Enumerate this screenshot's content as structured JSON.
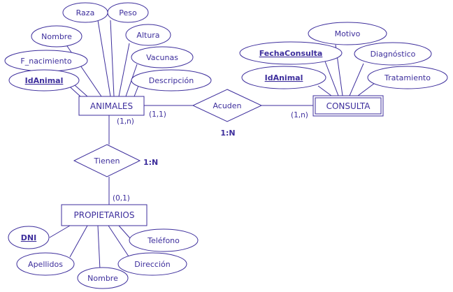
{
  "entities": {
    "animales": "ANIMALES",
    "consulta": "CONSULTA",
    "propietarios": "PROPIETARIOS"
  },
  "relationships": {
    "acuden": "Acuden",
    "tienen": "Tienen"
  },
  "attributes": {
    "animales": {
      "raza": "Raza",
      "peso": "Peso",
      "nombre": "Nombre",
      "altura": "Altura",
      "f_nacimiento": "F_nacimiento",
      "vacunas": "Vacunas",
      "idanimal": "IdAnimal",
      "descripcion": "Descripción"
    },
    "consulta": {
      "motivo": "Motivo",
      "fechaconsulta": "FechaConsulta",
      "diagnostico": "Diagnóstico",
      "idanimal": "IdAnimal",
      "tratamiento": "Tratamiento"
    },
    "propietarios": {
      "dni": "DNI",
      "telefono": "Teléfono",
      "apellidos": "Apellidos",
      "direccion": "Dirección",
      "nombre": "Nombre"
    }
  },
  "cardinalities": {
    "animales_acuden": "(1,1)",
    "consulta_acuden": "(1,n)",
    "acuden_ratio": "1:N",
    "animales_tienen": "(1,n)",
    "tienen_ratio": "1:N",
    "propietarios_tienen": "(0,1)"
  },
  "colors": {
    "stroke": "#3d2e9c",
    "text": "#3d2e9c",
    "background": "#ffffff"
  }
}
